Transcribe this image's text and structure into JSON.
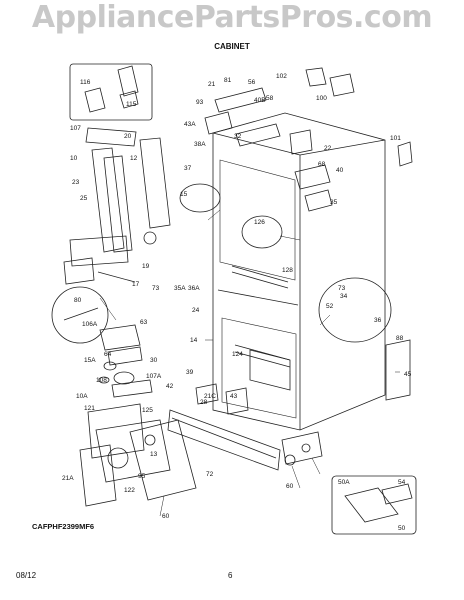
{
  "watermark": "AppliancePartsPros.com",
  "section_title": "CABINET",
  "diagram_code": "CAFPHF2399MF6",
  "footer": {
    "date": "08/12",
    "page": "6"
  },
  "labels": {
    "l116": "116",
    "l115": "115",
    "l107": "107",
    "l20": "20",
    "l10": "10",
    "l12": "12",
    "l23": "23",
    "l25": "25",
    "l19": "19",
    "l17": "17",
    "l80": "80",
    "l106A": "106A",
    "l73": "73",
    "l35A": "35A",
    "l36A": "36A",
    "l24": "24",
    "l63": "63",
    "l14": "14",
    "l15A": "15A",
    "l64": "64",
    "l108": "108",
    "l107A": "107A",
    "l10A": "10A",
    "l121": "121",
    "l125": "125",
    "l13": "13",
    "l21A": "21A",
    "l122": "122",
    "l95": "95",
    "l60": "60",
    "l72": "72",
    "l39": "39",
    "l42": "42",
    "l28": "28",
    "l21C": "21C",
    "l43": "43",
    "l60b": "60",
    "l21": "21",
    "l81": "81",
    "l56": "56",
    "l93": "93",
    "l40B": "40B",
    "l43A": "43A",
    "l32": "32",
    "l38A": "38A",
    "l102": "102",
    "l100": "100",
    "l101": "101",
    "l68": "68",
    "l22": "22",
    "l37": "37",
    "l40": "40",
    "l35": "35",
    "l126": "126",
    "l128": "128",
    "l73b": "73",
    "l34": "34",
    "l52": "52",
    "l36": "36",
    "l88": "88",
    "l45": "45",
    "l124": "124",
    "l50A": "50A",
    "l54": "54",
    "l50": "50",
    "l30": "30",
    "l58": "58",
    "l15": "15"
  }
}
